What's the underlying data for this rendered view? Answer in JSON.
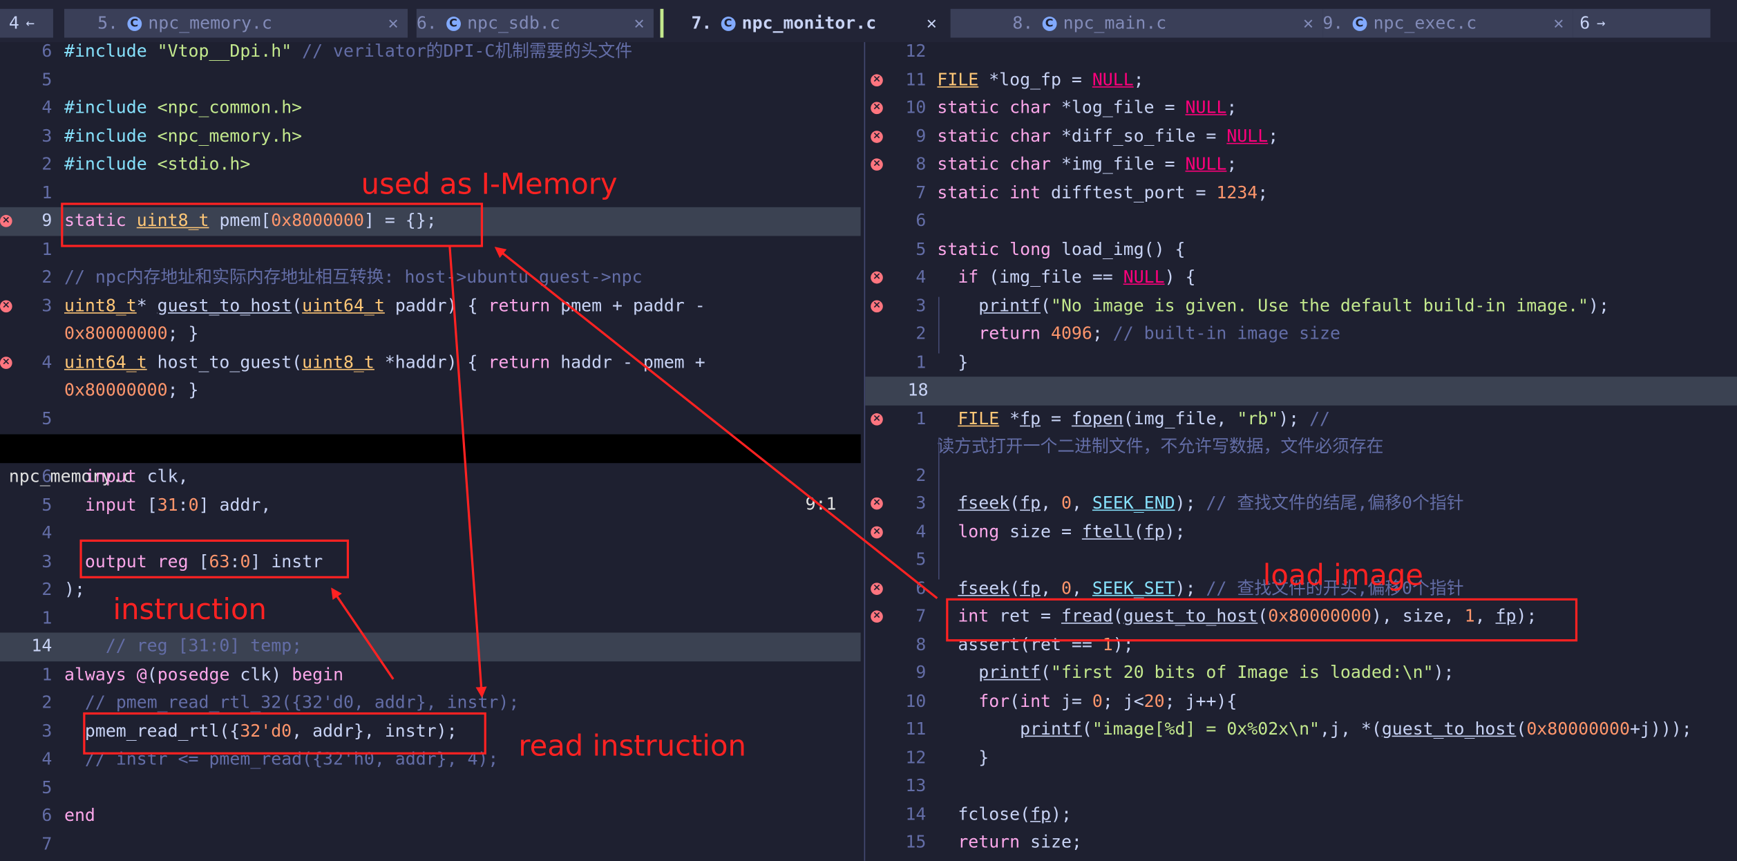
{
  "tabs": {
    "left_indicator": {
      "num": "4",
      "arrow": "←"
    },
    "items": [
      {
        "num": "5.",
        "icon": "c-file-icon",
        "name": "npc_memory.c",
        "close": "✕"
      },
      {
        "num": "6.",
        "icon": "c-file-icon",
        "name": "npc_sdb.c",
        "close": "✕"
      },
      {
        "num": "7.",
        "icon": "c-file-icon",
        "name": "npc_monitor.c",
        "close": "✕"
      },
      {
        "num": "8.",
        "icon": "c-file-icon",
        "name": "npc_main.c",
        "close": "✕"
      },
      {
        "num": "9.",
        "icon": "c-file-icon",
        "name": "npc_exec.c",
        "close": "✕"
      }
    ],
    "right_indicator": {
      "num": "6",
      "arrow": "→"
    }
  },
  "left_top_pane": {
    "lines": [
      {
        "ln": "6",
        "code": "#include \"Vtop__Dpi.h\" // verilator的DPI-C机制需要的头文件"
      },
      {
        "ln": "5",
        "code": ""
      },
      {
        "ln": "4",
        "code": "#include <npc_common.h>"
      },
      {
        "ln": "3",
        "code": "#include <npc_memory.h>"
      },
      {
        "ln": "2",
        "code": "#include <stdio.h>"
      },
      {
        "ln": "1",
        "code": ""
      },
      {
        "ln": "9",
        "code": "static uint8_t pmem[0x8000000] = {};"
      },
      {
        "ln": "1",
        "code": ""
      },
      {
        "ln": "2",
        "code": "// npc内存地址和实际内存地址相互转换: host->ubuntu guest->npc"
      },
      {
        "ln": "3",
        "code": "uint8_t* guest_to_host(uint64_t paddr) { return pmem + paddr -"
      },
      {
        "ln": "",
        "code": "0x80000000; }"
      },
      {
        "ln": "4",
        "code": "uint64_t host_to_guest(uint8_t *haddr) { return haddr - pmem +"
      },
      {
        "ln": "",
        "code": "0x80000000; }"
      },
      {
        "ln": "5",
        "code": ""
      }
    ]
  },
  "status": {
    "filename": "npc_memory.c",
    "position": "9:1"
  },
  "left_bottom_pane": {
    "lines": [
      {
        "ln": "6",
        "code": "  input clk,"
      },
      {
        "ln": "5",
        "code": "  input [31:0] addr,"
      },
      {
        "ln": "4",
        "code": ""
      },
      {
        "ln": "3",
        "code": "  output reg [63:0] instr"
      },
      {
        "ln": "2",
        "code": ");"
      },
      {
        "ln": "1",
        "code": ""
      },
      {
        "ln": "14",
        "code": "    // reg [31:0] temp;"
      },
      {
        "ln": "1",
        "code": "always @(posedge clk) begin"
      },
      {
        "ln": "2",
        "code": "  // pmem_read_rtl_32({32'd0, addr}, instr);"
      },
      {
        "ln": "3",
        "code": "  pmem_read_rtl({32'd0, addr}, instr);"
      },
      {
        "ln": "4",
        "code": "  // instr <= pmem_read({32'h0, addr}, 4);"
      },
      {
        "ln": "5",
        "code": ""
      },
      {
        "ln": "6",
        "code": "end"
      },
      {
        "ln": "7",
        "code": ""
      }
    ]
  },
  "right_pane": {
    "lines": [
      {
        "ln": "12",
        "code": ""
      },
      {
        "ln": "11",
        "code": "FILE *log_fp = NULL;"
      },
      {
        "ln": "10",
        "code": "static char *log_file = NULL;"
      },
      {
        "ln": "9",
        "code": "static char *diff_so_file = NULL;"
      },
      {
        "ln": "8",
        "code": "static char *img_file = NULL;"
      },
      {
        "ln": "7",
        "code": "static int difftest_port = 1234;"
      },
      {
        "ln": "6",
        "code": ""
      },
      {
        "ln": "5",
        "code": "static long load_img() {"
      },
      {
        "ln": "4",
        "code": "  if (img_file == NULL) {"
      },
      {
        "ln": "3",
        "code": "    printf(\"No image is given. Use the default build-in image.\");"
      },
      {
        "ln": "2",
        "code": "    return 4096; // built-in image size"
      },
      {
        "ln": "1",
        "code": "  }"
      },
      {
        "ln": "18",
        "code": ""
      },
      {
        "ln": "1",
        "code": "  FILE *fp = fopen(img_file, \"rb\"); //"
      },
      {
        "ln": "",
        "code": "读方式打开一个二进制文件，不允许写数据，文件必须存在"
      },
      {
        "ln": "2",
        "code": ""
      },
      {
        "ln": "3",
        "code": "  fseek(fp, 0, SEEK_END); // 查找文件的结尾,偏移0个指针"
      },
      {
        "ln": "4",
        "code": "  long size = ftell(fp);"
      },
      {
        "ln": "5",
        "code": ""
      },
      {
        "ln": "6",
        "code": "  fseek(fp, 0, SEEK_SET); // 查找文件的开头,偏移0个指针"
      },
      {
        "ln": "7",
        "code": "  int ret = fread(guest_to_host(0x80000000), size, 1, fp);"
      },
      {
        "ln": "8",
        "code": "  assert(ret == 1);"
      },
      {
        "ln": "9",
        "code": "    printf(\"first 20 bits of Image is loaded:\\n\");"
      },
      {
        "ln": "10",
        "code": "    for(int j= 0; j<20; j++){"
      },
      {
        "ln": "11",
        "code": "        printf(\"image[%d] = 0x%02x\\n\",j, *(guest_to_host(0x80000000+j)));"
      },
      {
        "ln": "12",
        "code": "    }"
      },
      {
        "ln": "13",
        "code": ""
      },
      {
        "ln": "14",
        "code": "  fclose(fp);"
      },
      {
        "ln": "15",
        "code": "  return size;"
      }
    ]
  },
  "annotations": {
    "used_as": "used as I-Memory",
    "instruction": "instruction",
    "read_instruction": "read instruction",
    "load_image": "load image"
  },
  "icons": {
    "error": "error-circle-icon",
    "c_file": "c-file-icon"
  },
  "colors": {
    "annotation": "#ff2222",
    "background": "#1e2030",
    "cursorline": "#3b4252"
  }
}
